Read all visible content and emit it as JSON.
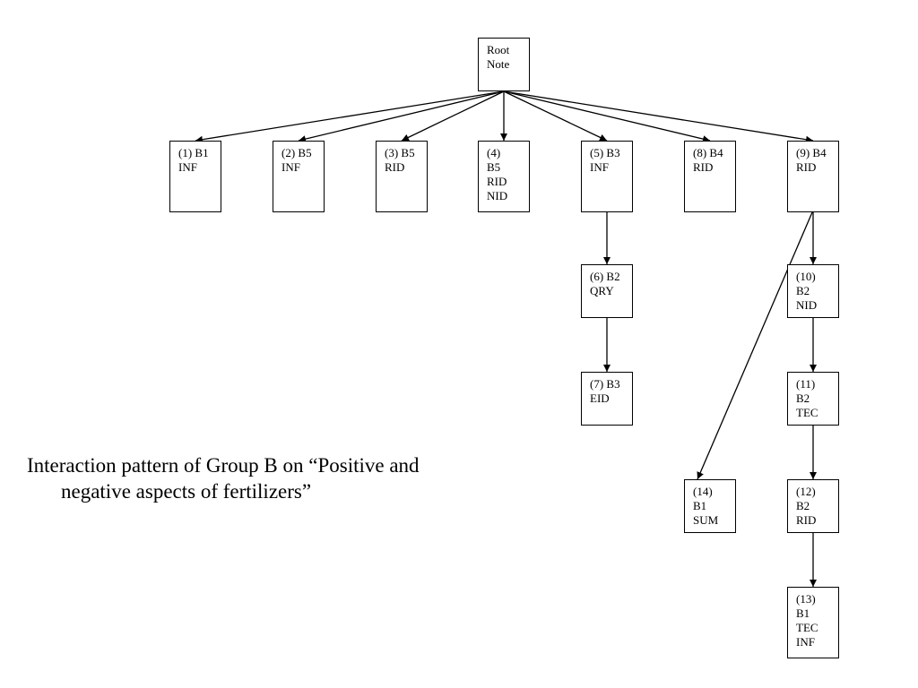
{
  "diagram": {
    "type": "tree",
    "caption": {
      "line1": "Interaction pattern of Group B on “Positive and",
      "line2": "negative aspects of fertilizers”"
    },
    "nodes": [
      {
        "id": "root",
        "lines": [
          "Root",
          "Note"
        ]
      },
      {
        "id": "n1",
        "lines": [
          "(1) B1",
          "INF"
        ]
      },
      {
        "id": "n2",
        "lines": [
          "(2) B5",
          "INF"
        ]
      },
      {
        "id": "n3",
        "lines": [
          "(3) B5",
          "RID"
        ]
      },
      {
        "id": "n4",
        "lines": [
          "(4)",
          "B5",
          "RID",
          "NID"
        ]
      },
      {
        "id": "n5",
        "lines": [
          "(5) B3",
          "INF"
        ]
      },
      {
        "id": "n8",
        "lines": [
          "(8) B4",
          "RID"
        ]
      },
      {
        "id": "n9",
        "lines": [
          "(9) B4",
          "RID"
        ]
      },
      {
        "id": "n6",
        "lines": [
          "(6) B2",
          "QRY"
        ]
      },
      {
        "id": "n7",
        "lines": [
          "(7) B3",
          "EID"
        ]
      },
      {
        "id": "n10",
        "lines": [
          "(10)",
          "B2",
          "NID"
        ]
      },
      {
        "id": "n11",
        "lines": [
          "(11)",
          "B2",
          "TEC"
        ]
      },
      {
        "id": "n12",
        "lines": [
          "(12)",
          "B2",
          "RID"
        ]
      },
      {
        "id": "n13",
        "lines": [
          "(13)",
          "B1",
          "TEC",
          "INF"
        ]
      },
      {
        "id": "n14",
        "lines": [
          "(14)",
          "B1",
          "SUM"
        ]
      }
    ],
    "edges": [
      {
        "from": "root",
        "to": "n1"
      },
      {
        "from": "root",
        "to": "n2"
      },
      {
        "from": "root",
        "to": "n3"
      },
      {
        "from": "root",
        "to": "n4"
      },
      {
        "from": "root",
        "to": "n5"
      },
      {
        "from": "root",
        "to": "n8"
      },
      {
        "from": "root",
        "to": "n9"
      },
      {
        "from": "n5",
        "to": "n6"
      },
      {
        "from": "n6",
        "to": "n7"
      },
      {
        "from": "n9",
        "to": "n10"
      },
      {
        "from": "n10",
        "to": "n11"
      },
      {
        "from": "n11",
        "to": "n12"
      },
      {
        "from": "n12",
        "to": "n13"
      },
      {
        "from": "n9",
        "to": "n14"
      }
    ]
  }
}
